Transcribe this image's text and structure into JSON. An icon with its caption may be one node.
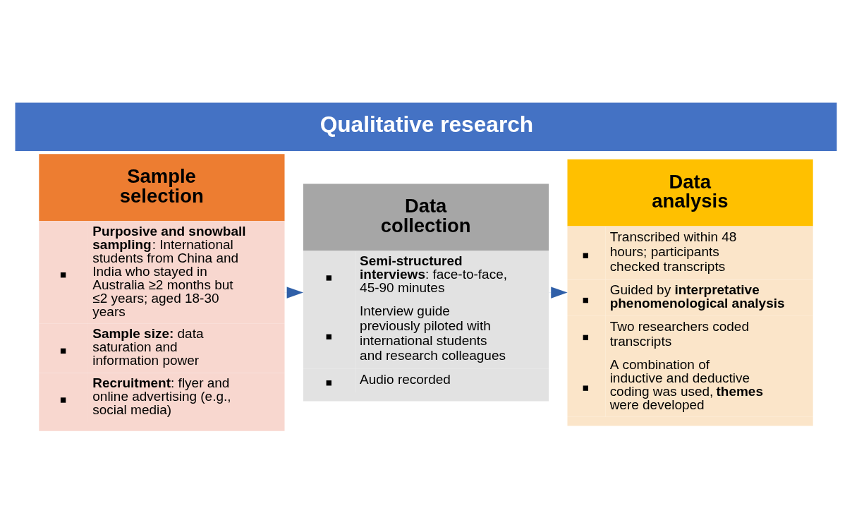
{
  "diagram": {
    "title": "Qualitative research",
    "nodes": [
      {
        "text": [
          "Sample selection",
          "**Purposive and snowball sampling**: International students from China and India who stayed in Australia ≥2 months but ≤2 years; aged 18-30 years",
          "**Sample size:** data saturation and information power",
          "**Recruitment**: flyer and online advertising (e.g., social media)"
        ]
      },
      {
        "text": [
          "Data collection",
          "**Semi-structured interviews**: face-to-face, 45-90 minutes",
          "Interview guide previously piloted with international students and research colleagues",
          "Audio recorded"
        ]
      },
      {
        "text": [
          "Data analysis",
          "Transcribed within 48 hours; participants checked transcripts",
          "Guided by **interpretative phenomenological analysis**",
          "Two researchers coded transcripts",
          "A combination of inductive and deductive coding was used, **themes** were developed"
        ]
      }
    ],
    "edges": [
      {
        "from": 0,
        "to": 1,
        "arrow": "to"
      },
      {
        "from": 1,
        "to": 2,
        "arrow": "to"
      }
    ]
  }
}
